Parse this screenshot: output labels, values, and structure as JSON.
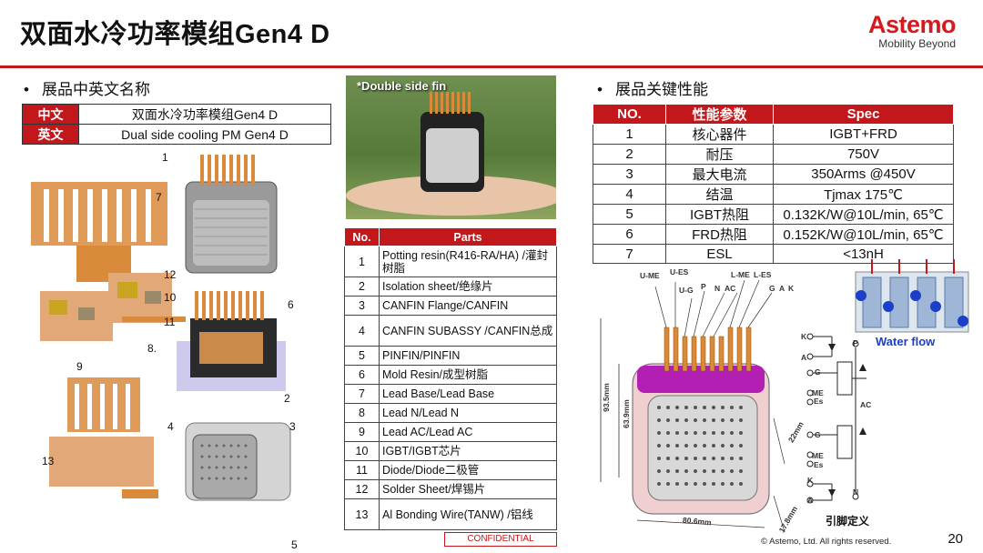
{
  "header": {
    "title": "双面水冷功率模组Gen4 D",
    "logo_word": "Astemo",
    "logo_tagline": "Mobility Beyond"
  },
  "names_section": {
    "bullet": "展品中英文名称",
    "rows": [
      {
        "key": "中文",
        "value": "双面水冷功率模组Gen4 D"
      },
      {
        "key": "英文",
        "value": "Dual side cooling PM Gen4 D"
      }
    ]
  },
  "photo": {
    "label": "*Double side fin"
  },
  "parts_table": {
    "headers": [
      "No.",
      "Parts"
    ],
    "rows": [
      {
        "no": "1",
        "part": "Potting resin(R416-RA/HA) /灌封树脂"
      },
      {
        "no": "2",
        "part": "Isolation sheet/绝缘片"
      },
      {
        "no": "3",
        "part": "CANFIN Flange/CANFIN"
      },
      {
        "no": "4",
        "part": "CANFIN SUBASSY /CANFIN总成"
      },
      {
        "no": "5",
        "part": "PINFIN/PINFIN"
      },
      {
        "no": "6",
        "part": "Mold Resin/成型树脂"
      },
      {
        "no": "7",
        "part": "Lead Base/Lead Base"
      },
      {
        "no": "8",
        "part": "Lead N/Lead N"
      },
      {
        "no": "9",
        "part": "Lead AC/Lead AC"
      },
      {
        "no": "10",
        "part": "IGBT/IGBT芯片"
      },
      {
        "no": "11",
        "part": "Diode/Diode二极管"
      },
      {
        "no": "12",
        "part": "Solder Sheet/焊锡片"
      },
      {
        "no": "13",
        "part": "Al Bonding Wire(TANW) /铝线"
      }
    ]
  },
  "spec_section": {
    "bullet": "展品关键性能",
    "headers": [
      "NO.",
      "性能参数",
      "Spec"
    ],
    "rows": [
      {
        "no": "1",
        "param": "核心器件",
        "spec": "IGBT+FRD"
      },
      {
        "no": "2",
        "param": "耐压",
        "spec": "750V"
      },
      {
        "no": "3",
        "param": "最大电流",
        "spec": "350Arms @450V"
      },
      {
        "no": "4",
        "param": "结温",
        "spec": "Tjmax 175℃"
      },
      {
        "no": "5",
        "param": "IGBT热阻",
        "spec": "0.132K/W@10L/min, 65℃"
      },
      {
        "no": "6",
        "param": "FRD热阻",
        "spec": "0.152K/W@10L/min, 65℃"
      },
      {
        "no": "7",
        "param": "ESL",
        "spec": "<13nH"
      }
    ]
  },
  "exploded_labels": [
    "1",
    "7",
    "12",
    "10",
    "11",
    "8.",
    "9",
    "6",
    "2",
    "4",
    "3",
    "13",
    "5"
  ],
  "module_labels": {
    "pins": [
      "U-ME",
      "U-ES",
      "U-G",
      "P",
      "N",
      "AC",
      "L-ME",
      "L-ES",
      "G",
      "A",
      "K"
    ],
    "dim_height": "93.5mm",
    "dim_body": "63.9mm",
    "dim_width": "80.6mm",
    "dim_depth": "17.8mm",
    "dim_fin": "22mm"
  },
  "water_flow": "Water flow",
  "circuit_labels": [
    "K",
    "A",
    "P",
    "G",
    "ME",
    "Es",
    "AC",
    "G",
    "ME",
    "Es",
    "K",
    "A",
    "N"
  ],
  "pin_definition": "引脚定义",
  "footer": {
    "confidential": "CONFIDENTIAL",
    "copyright": "© Astemo, Ltd. All rights reserved.",
    "page": "20"
  },
  "colors": {
    "accent": "#c2181c",
    "copper": "#d98a3a",
    "water": "#1b3fc9"
  }
}
